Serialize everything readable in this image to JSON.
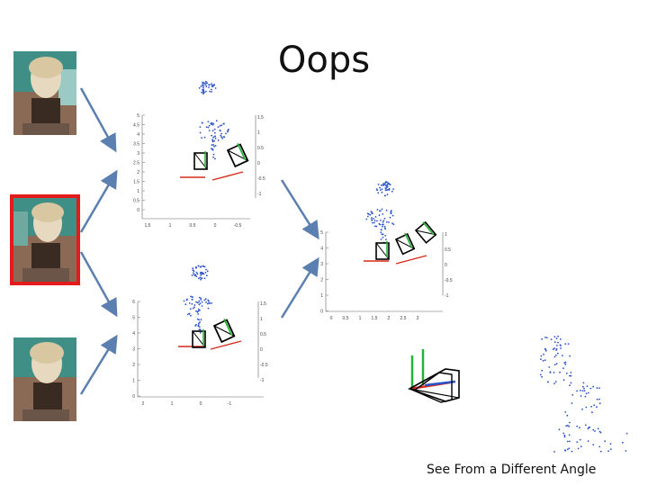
{
  "slide": {
    "title": "Oops",
    "caption": "See From a Different Angle"
  },
  "photos": [
    {
      "selected": false
    },
    {
      "selected": true
    },
    {
      "selected": false
    }
  ],
  "plots": {
    "plot1": {
      "y_ticks": [
        "5",
        "4.5",
        "4",
        "3.5",
        "3",
        "2.5",
        "2",
        "1.5",
        "1",
        "0.5",
        "0"
      ],
      "right_ticks": [
        "1.5",
        "1",
        "0.5",
        "0",
        "-0.5",
        "-1"
      ],
      "x_ticks": [
        "1.5",
        "1",
        "0.5",
        "0",
        "-0.5"
      ]
    },
    "plot2": {
      "y_ticks": [
        "6",
        "5",
        "4",
        "3",
        "2",
        "1",
        "0"
      ],
      "right_ticks": [
        "1.5",
        "1",
        "0.5",
        "0",
        "-0.5",
        "-1"
      ],
      "x_ticks": [
        "2",
        "1",
        "0",
        "-1"
      ]
    },
    "plot3": {
      "y_ticks": [
        "5",
        "4",
        "3",
        "2",
        "1",
        "0"
      ],
      "right_ticks": [
        "1",
        "0.5",
        "0",
        "-0.5",
        "-1"
      ],
      "x_ticks": [
        "0",
        "0.5",
        "1",
        "1.5",
        "2",
        "2.5",
        "3"
      ]
    }
  },
  "colors": {
    "points": "#2a52c9",
    "x_axis": "#d62a1a",
    "y_axis": "#22b43a",
    "frame": "#000000",
    "selection": "#e31b1b"
  }
}
